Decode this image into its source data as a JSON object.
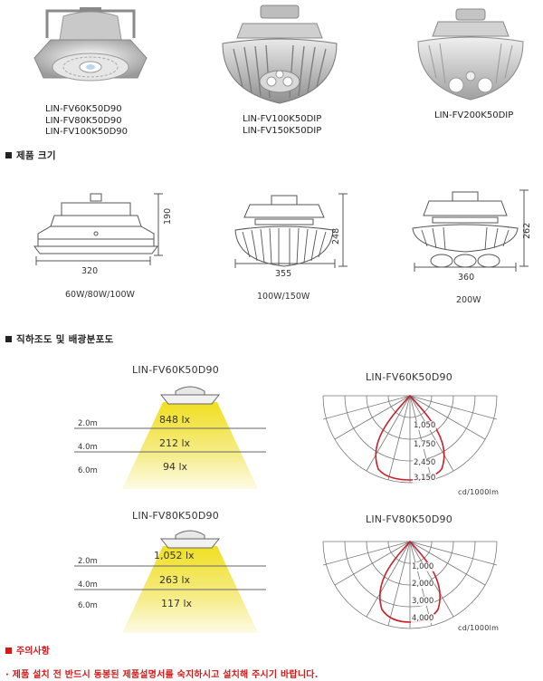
{
  "products": [
    {
      "models": [
        "LIN-FV60K50D90",
        "LIN-FV80K50D90",
        "LIN-FV100K50D90"
      ]
    },
    {
      "models": [
        "LIN-FV100K50DIP",
        "LIN-FV150K50DIP"
      ]
    },
    {
      "models": [
        "LIN-FV200K50DIP"
      ]
    }
  ],
  "section_size": {
    "title": "제품 크기"
  },
  "dimensions": [
    {
      "width": "320",
      "height": "190",
      "watt": "60W/80W/100W"
    },
    {
      "width": "355",
      "height": "248",
      "watt": "100W/150W"
    },
    {
      "width": "360",
      "height": "262",
      "watt": "200W"
    }
  ],
  "section_illum": {
    "title": "직하조도 및 배광분포도"
  },
  "illuminance": [
    {
      "model": "LIN-FV60K50D90",
      "distances": [
        "2.0m",
        "4.0m",
        "6.0m"
      ],
      "lux": [
        "848 lx",
        "212 lx",
        "94 lx"
      ]
    },
    {
      "model": "LIN-FV80K50D90",
      "distances": [
        "2.0m",
        "4.0m",
        "6.0m"
      ],
      "lux": [
        "1,052 lx",
        "263 lx",
        "117 lx"
      ]
    }
  ],
  "distribution": [
    {
      "model": "LIN-FV60K50D90",
      "rings": [
        "1,050",
        "1,750",
        "2,450",
        "3,150"
      ],
      "unit": "cd/1000lm"
    },
    {
      "model": "LIN-FV80K50D90",
      "rings": [
        "1,000",
        "2,000",
        "3,000",
        "4,000"
      ],
      "unit": "cd/1000lm"
    }
  ],
  "caution": {
    "title": "주의사항",
    "text": "· 제품 설치 전 반드시 동봉된 제품설명서를 숙지하시고 설치해 주시기 바랍니다."
  },
  "colors": {
    "accent_red": "#d21a1a",
    "curve_red": "#c8202a",
    "cone_yellow": "#f3e54a"
  }
}
